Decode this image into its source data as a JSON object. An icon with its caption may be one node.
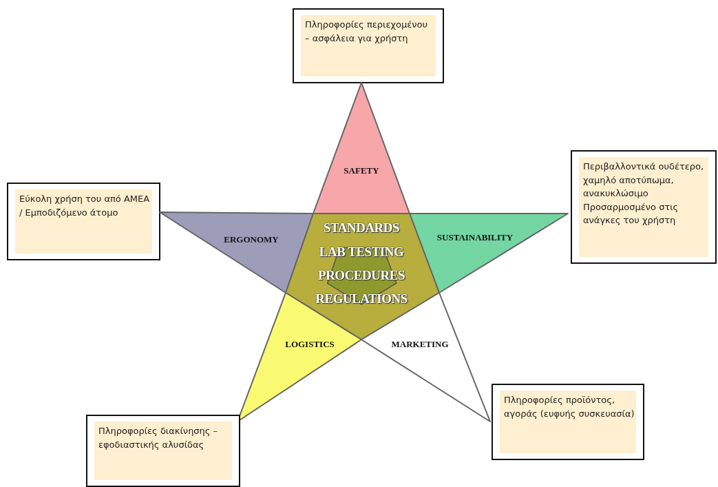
{
  "diagram": {
    "nodes": [
      {
        "text": [
          "Πληροφορίες περιεχομένου – ασφάλεια για χρήστη"
        ]
      },
      {
        "text": [
          "Εύκολη χρήση του από ΑΜΕΑ / Εμποδιζόμενο άτομο"
        ]
      },
      {
        "text": [
          "Περιβαλλοντικά ουδέτερο, χαμηλό αποτύπωμα, ανακυκλώσιμο Προσαρμοσμένο στις ανάγκες του χρήστη"
        ]
      },
      {
        "text": [
          "SAFETY"
        ]
      },
      {
        "text": [
          "ERGONOMY"
        ]
      },
      {
        "text": [
          "SUSTAINABILITY"
        ]
      },
      {
        "text": [
          "STANDARDS",
          "LAB TESTING",
          "PROCEDURES",
          "REGULATIONS"
        ]
      },
      {
        "text": [
          "LOGISTICS"
        ]
      },
      {
        "text": [
          "MARKETING"
        ]
      },
      {
        "text": [
          "Πληροφορίες διακίνησης – εφοδιαστικής αλυσίδας"
        ]
      },
      {
        "text": [
          "Πληροφορίες προϊόντος, αγοράς (ευφυής συσκευασία)"
        ]
      }
    ]
  }
}
